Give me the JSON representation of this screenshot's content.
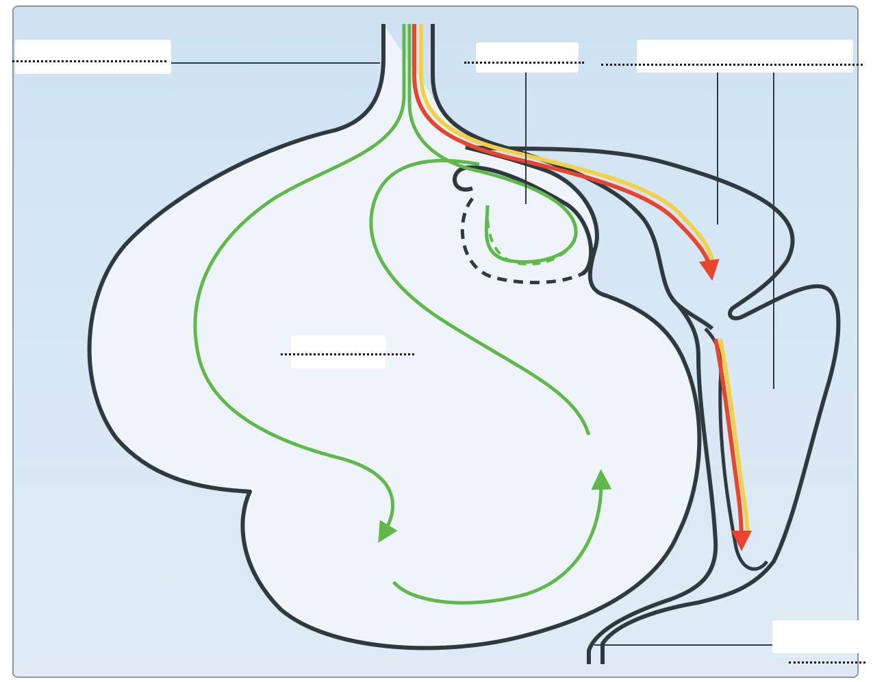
{
  "labels": [
    {
      "id": "label-top-left",
      "text": ""
    },
    {
      "id": "label-top-middle",
      "text": ""
    },
    {
      "id": "label-top-right-1",
      "text": ""
    },
    {
      "id": "label-top-right-2",
      "text": ""
    },
    {
      "id": "label-center",
      "text": ""
    },
    {
      "id": "label-bottom-right",
      "text": ""
    }
  ],
  "colors": {
    "background": "#d6e7f5",
    "outline": "#2f3a40",
    "green_flow": "#5fb84a",
    "red_flow": "#e8452f",
    "yellow_flow": "#f2d14a",
    "label_mask": "#ffffff"
  }
}
